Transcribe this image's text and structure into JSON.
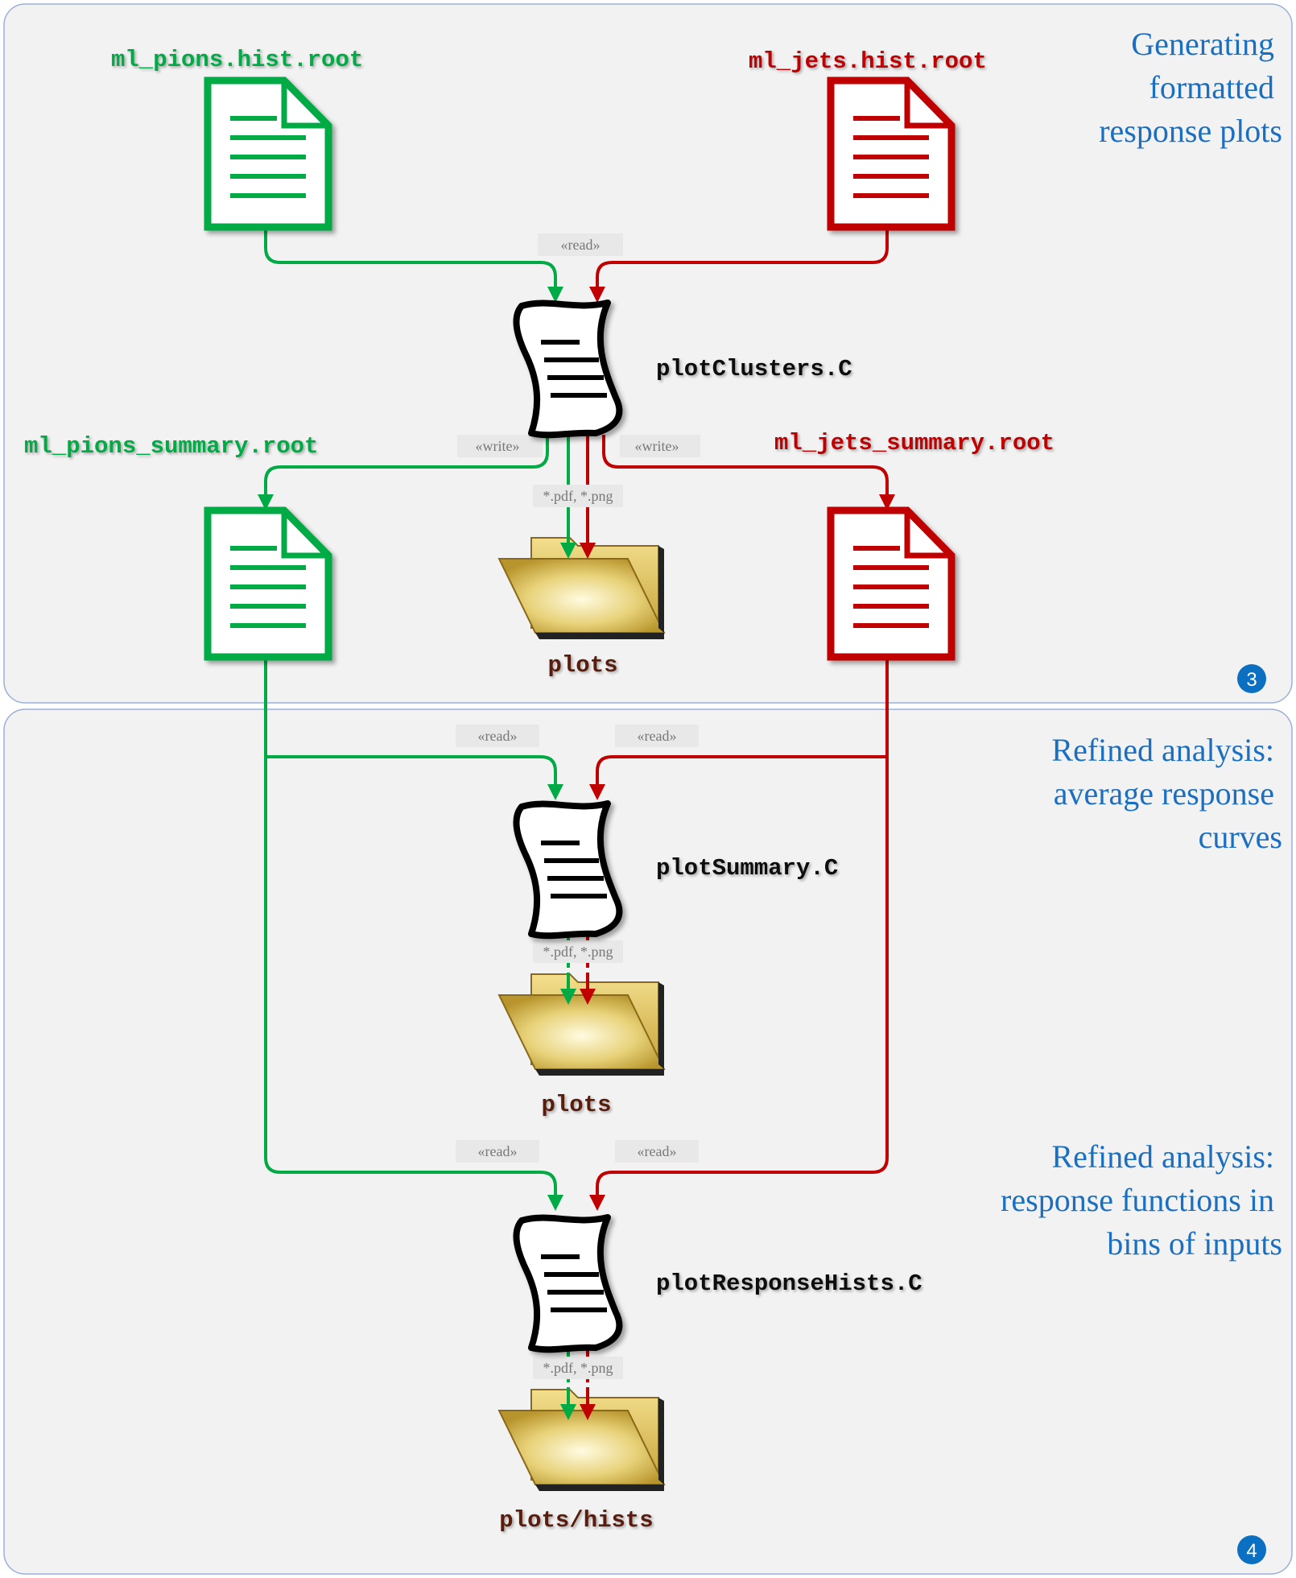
{
  "colors": {
    "green": "#00aa44",
    "red": "#c00000",
    "blue_text": "#1a6fc0",
    "panel_bg": "#f2f2f2",
    "panel_border": "#9ab0d8",
    "folder_label": "#5a1e0a",
    "badge": "#0b6fc2",
    "tag_text": "#777777"
  },
  "panels": [
    {
      "caption_lines": [
        "Generating",
        "formatted",
        "response plots"
      ],
      "badge": "3"
    },
    {
      "caption_top_lines": [
        "Refined analysis:",
        "average response",
        "curves"
      ],
      "caption_bottom_lines": [
        "Refined analysis:",
        "response functions in",
        "bins of inputs"
      ],
      "badge": "4"
    }
  ],
  "files": {
    "pions_hist": "ml_pions.hist.root",
    "jets_hist": "ml_jets.hist.root",
    "pions_summary": "ml_pions_summary.root",
    "jets_summary": "ml_jets_summary.root"
  },
  "scripts": {
    "clusters": "plotClusters.C",
    "summary": "plotSummary.C",
    "response": "plotResponseHists.C"
  },
  "folders": {
    "plots1": "plots",
    "plots2": "plots",
    "plots3": "plots/hists"
  },
  "edge_labels": {
    "read": "«read»",
    "write": "«write»",
    "output": "*.pdf, *.png"
  },
  "icons": [
    "document-icon",
    "script-icon",
    "folder-icon"
  ]
}
